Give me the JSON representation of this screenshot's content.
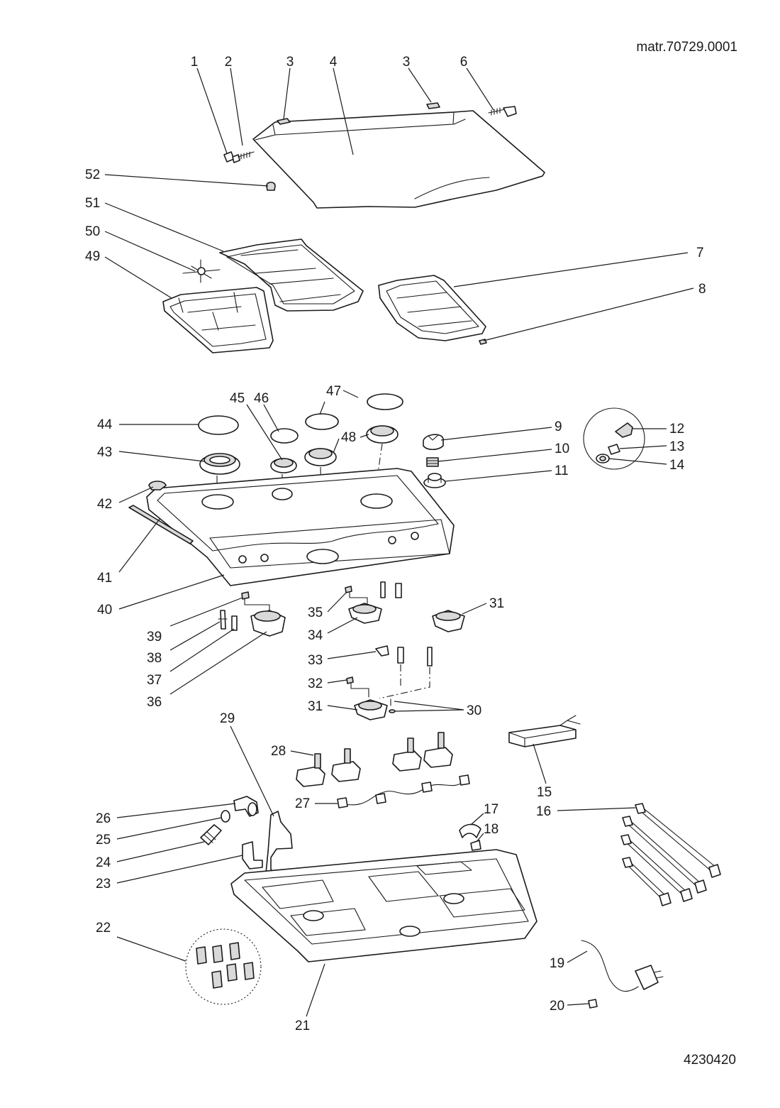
{
  "header": {
    "reference": "matr.70729.0001"
  },
  "footer": {
    "code": "4230420"
  },
  "callouts": [
    "1",
    "2",
    "3",
    "3",
    "4",
    "6",
    "52",
    "51",
    "50",
    "49",
    "7",
    "8",
    "45",
    "46",
    "47",
    "44",
    "43",
    "48",
    "9",
    "10",
    "11",
    "12",
    "13",
    "14",
    "42",
    "41",
    "40",
    "39",
    "38",
    "37",
    "36",
    "35",
    "34",
    "31",
    "33",
    "32",
    "31",
    "30",
    "29",
    "28",
    "27",
    "26",
    "25",
    "24",
    "23",
    "22",
    "15",
    "16",
    "17",
    "18",
    "19",
    "20",
    "21"
  ]
}
